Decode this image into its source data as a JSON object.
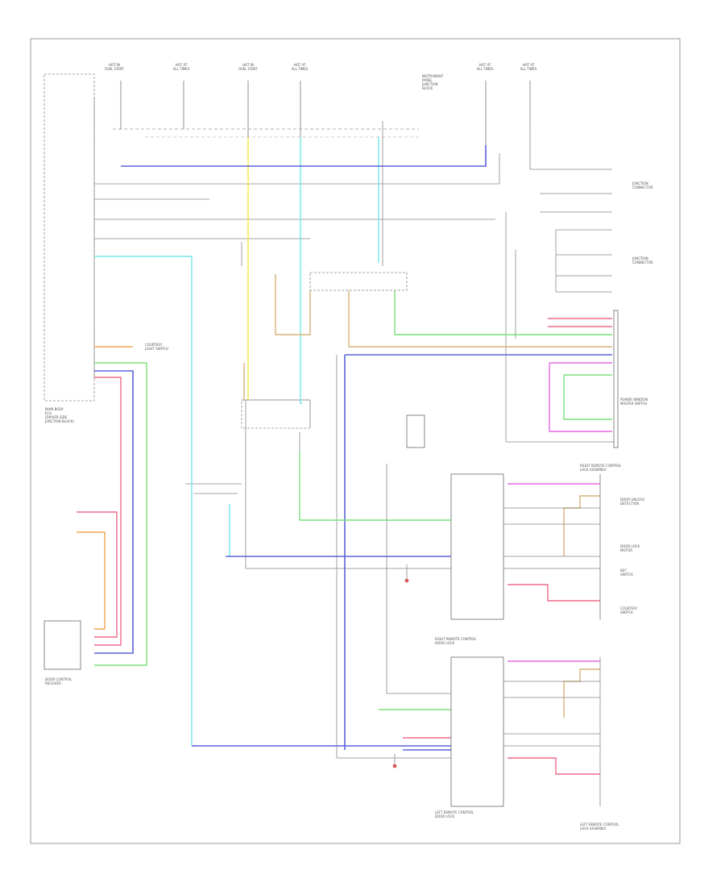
{
  "diagram": {
    "title": "",
    "wire_colors": {
      "yellow": "#f2ec5a",
      "light_blue": "#74e6ea",
      "blue": "#5a63d8",
      "green": "#7ae07a",
      "tan": "#d7b27a",
      "pink": "#f06a8a",
      "magenta": "#e26ae0",
      "orange": "#f2a45a",
      "gray": "#888888"
    },
    "labels": {
      "fuse_1": "HOT IN\nRUN, START",
      "fuse_2": "HOT AT\nALL TIMES",
      "fuse_3": "HOT IN\nRUN, START",
      "fuse_4": "HOT AT\nALL TIMES",
      "fuse_5": "HOT AT\nALL TIMES",
      "fuse_6": "HOT AT\nALL TIMES",
      "instrument_panel": "INSTRUMENT\nPANEL\nJUNCTION\nBLOCK",
      "main_body_ecu": "MAIN BODY\nECU\n(DRIVER SIDE\nJUNCTION BLOCK)",
      "courtesy_light_switch": "COURTESY\nLIGHT SWITCH",
      "power_window_master": "POWER WINDOW\nMASTER SWITCH",
      "junction_connector_1": "JUNCTION\nCONNECTOR",
      "junction_connector_2": "JUNCTION\nCONNECTOR",
      "door_control_receiver": "DOOR CONTROL\nRECEIVER",
      "right_remote_control": "RIGHT REMOTE CONTROL\nDOOR LOCK",
      "left_remote_control": "LEFT REMOTE CONTROL\nDOOR LOCK",
      "right_lock_assembly": "RIGHT REMOTE CONTROL\nLOCK ASSEMBLY",
      "left_lock_assembly": "LEFT REMOTE CONTROL\nLOCK ASSEMBLY",
      "door_unlock_detection": "DOOR UNLOCK\nDETECTION",
      "door_lock_motor": "DOOR LOCK\nMOTOR",
      "key_switch": "KEY\nSWITCH",
      "courtesy_switch": "COURTESY\nSWITCH"
    },
    "footer": ""
  }
}
